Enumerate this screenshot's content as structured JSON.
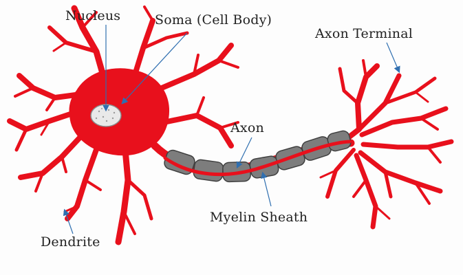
{
  "labels": {
    "nucleus": "Nucleus",
    "soma": "Soma (Cell Body)",
    "axon_terminal": "Axon Terminal",
    "axon": "Axon",
    "myelin_sheath": "Myelin Sheath",
    "dendrite": "Dendrite"
  },
  "colors": {
    "neuron": "#e8101c",
    "myelin": "#7d7d7d",
    "nucleus": "#e9e9e9",
    "leader_line": "#2f6fb0",
    "text": "#222222"
  }
}
